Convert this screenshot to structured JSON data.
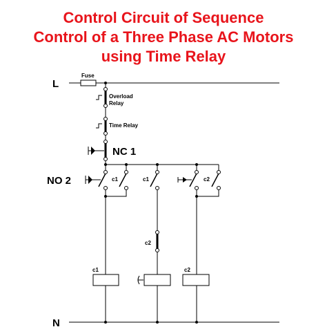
{
  "title": {
    "line1": "Control Circuit of Sequence",
    "line2": "Control of a Three Phase AC Motors",
    "line3": "using Time Relay"
  },
  "diagram": {
    "line_label": "L",
    "neutral_label": "N",
    "fuse_label": "Fuse",
    "overload_label_1": "Overload",
    "overload_label_2": "Relay",
    "time_relay_label": "Time Relay",
    "nc1_label": "NC 1",
    "no2_label": "NO 2",
    "contact_c1_a": "c1",
    "contact_c1_b": "c1",
    "contact_c2_a": "c2",
    "contact_c2_b": "c2",
    "coil_c1": "c1",
    "coil_c2": "c2"
  }
}
